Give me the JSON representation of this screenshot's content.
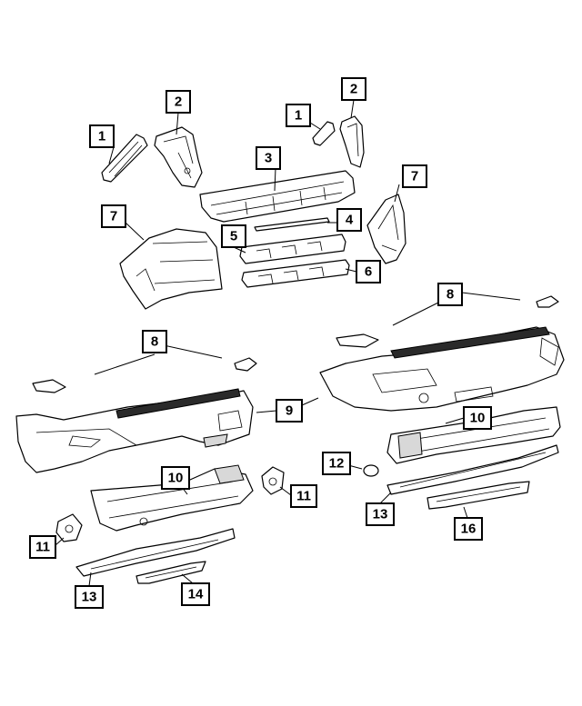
{
  "callouts": [
    {
      "id": "c1a",
      "label": "1"
    },
    {
      "id": "c2a",
      "label": "2"
    },
    {
      "id": "c1b",
      "label": "1"
    },
    {
      "id": "c2b",
      "label": "2"
    },
    {
      "id": "c3",
      "label": "3"
    },
    {
      "id": "c7a",
      "label": "7"
    },
    {
      "id": "c7b",
      "label": "7"
    },
    {
      "id": "c4",
      "label": "4"
    },
    {
      "id": "c5",
      "label": "5"
    },
    {
      "id": "c6",
      "label": "6"
    },
    {
      "id": "c8a",
      "label": "8"
    },
    {
      "id": "c8b",
      "label": "8"
    },
    {
      "id": "c9",
      "label": "9"
    },
    {
      "id": "c10a",
      "label": "10"
    },
    {
      "id": "c10b",
      "label": "10"
    },
    {
      "id": "c11a",
      "label": "11"
    },
    {
      "id": "c11b",
      "label": "11"
    },
    {
      "id": "c12",
      "label": "12"
    },
    {
      "id": "c13a",
      "label": "13"
    },
    {
      "id": "c13b",
      "label": "13"
    },
    {
      "id": "c14",
      "label": "14"
    },
    {
      "id": "c16",
      "label": "16"
    }
  ]
}
